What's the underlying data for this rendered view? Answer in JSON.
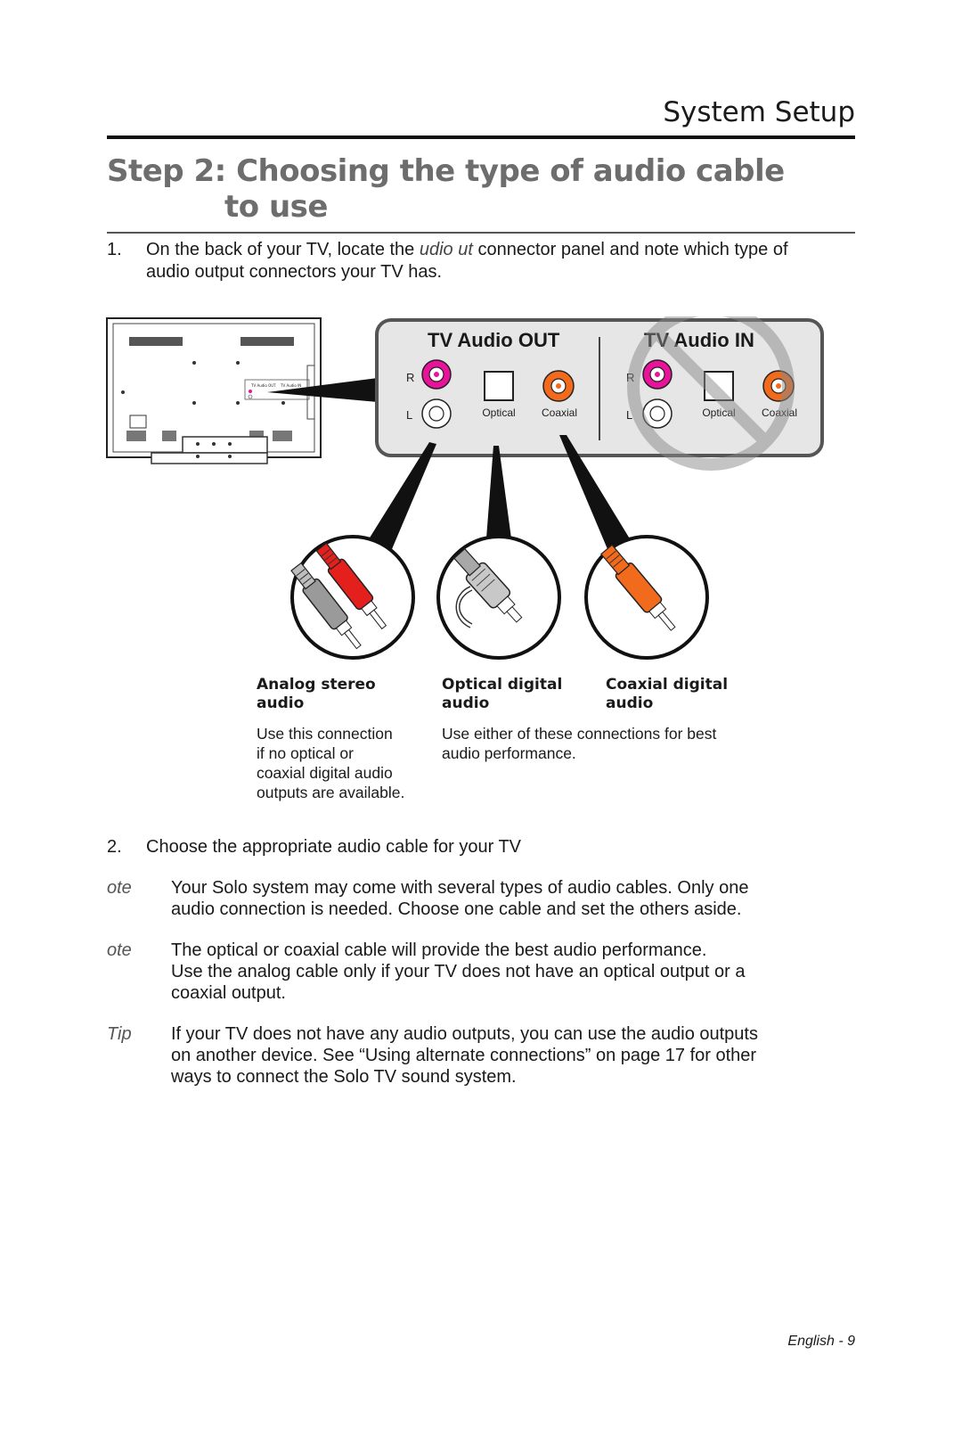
{
  "header": {
    "section": "System Setup"
  },
  "step": {
    "title_line1": "Step 2: Choosing the type of audio cable",
    "title_line2": "to use"
  },
  "item1": {
    "num": "1.",
    "text_a": "On the back of your TV, locate the ",
    "text_em": "udio ut",
    "text_b": " connector panel and note which type of audio output connectors your TV has."
  },
  "panel": {
    "out_title": "TV Audio OUT",
    "in_title": "TV Audio IN",
    "r": "R",
    "l": "L",
    "optical": "Optical",
    "coaxial": "Coaxial",
    "tv_mini_out": "TV Audio OUT",
    "tv_mini_in": "TV Audio IN"
  },
  "cables": [
    {
      "label_l1": "Analog stereo",
      "label_l2": "audio"
    },
    {
      "label_l1": "Optical digital",
      "label_l2": "audio"
    },
    {
      "label_l1": "Coaxial digital",
      "label_l2": "audio"
    }
  ],
  "desc": {
    "analog": [
      "Use this connection",
      "if no optical or",
      "coaxial digital audio",
      "outputs are available."
    ],
    "digital": [
      "Use either of these connections for best",
      "audio performance."
    ]
  },
  "item2": {
    "num": "2.",
    "text": "Choose the appropriate audio cable for your TV"
  },
  "notes": [
    {
      "lead": "ote",
      "lines": [
        "Your Solo system may come with several types of audio cables. Only one",
        "audio connection is needed. Choose one cable and set the others aside."
      ]
    },
    {
      "lead": "ote",
      "lines": [
        "The optical or coaxial cable will provide the best audio performance.",
        "Use the analog cable only if your TV does not have an optical output or a",
        "coaxial output."
      ]
    },
    {
      "lead": "Tip",
      "lines": [
        "If your TV does not have any audio outputs, you can use the audio outputs",
        "on another device. See “Using alternate connections” on page 17 for other",
        "ways to connect the Solo TV sound system."
      ]
    }
  ],
  "footer": {
    "page": "English - 9"
  },
  "colors": {
    "red_jack": "#e8139a",
    "orange_jack": "#f26a1b",
    "rca_red": "#e3201b",
    "rca_gray": "#a0a0a0",
    "panel_bg": "#e6e6e6",
    "title_gray": "#6d6d6d"
  }
}
